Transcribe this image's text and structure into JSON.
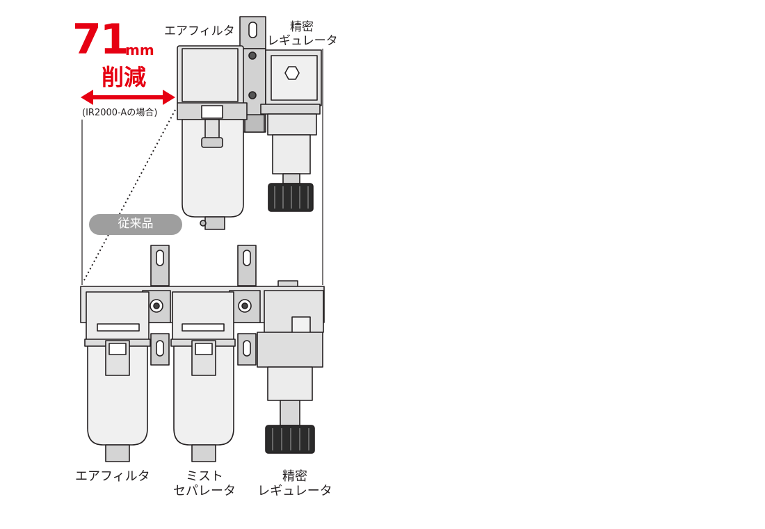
{
  "headline": {
    "number": "71",
    "unit": "mm",
    "reduction": "削減",
    "note": "(IR2000-Aの場合)"
  },
  "new_unit": {
    "filter_label": "エアフィルタ",
    "regulator_label_line1": "精密",
    "regulator_label_line2": "レギュレータ"
  },
  "conventional": {
    "badge": "従来品",
    "filter_label": "エアフィルタ",
    "separator_label_line1": "ミスト",
    "separator_label_line2": "セパレータ",
    "regulator_label_line1": "精密",
    "regulator_label_line2": "レギュレータ"
  },
  "colors": {
    "accent_red": "#e60012",
    "line": "#231f20",
    "body_gray": "#d9d9d9",
    "bowl": "#eeeeee",
    "badge_bg": "#9e9e9e"
  }
}
